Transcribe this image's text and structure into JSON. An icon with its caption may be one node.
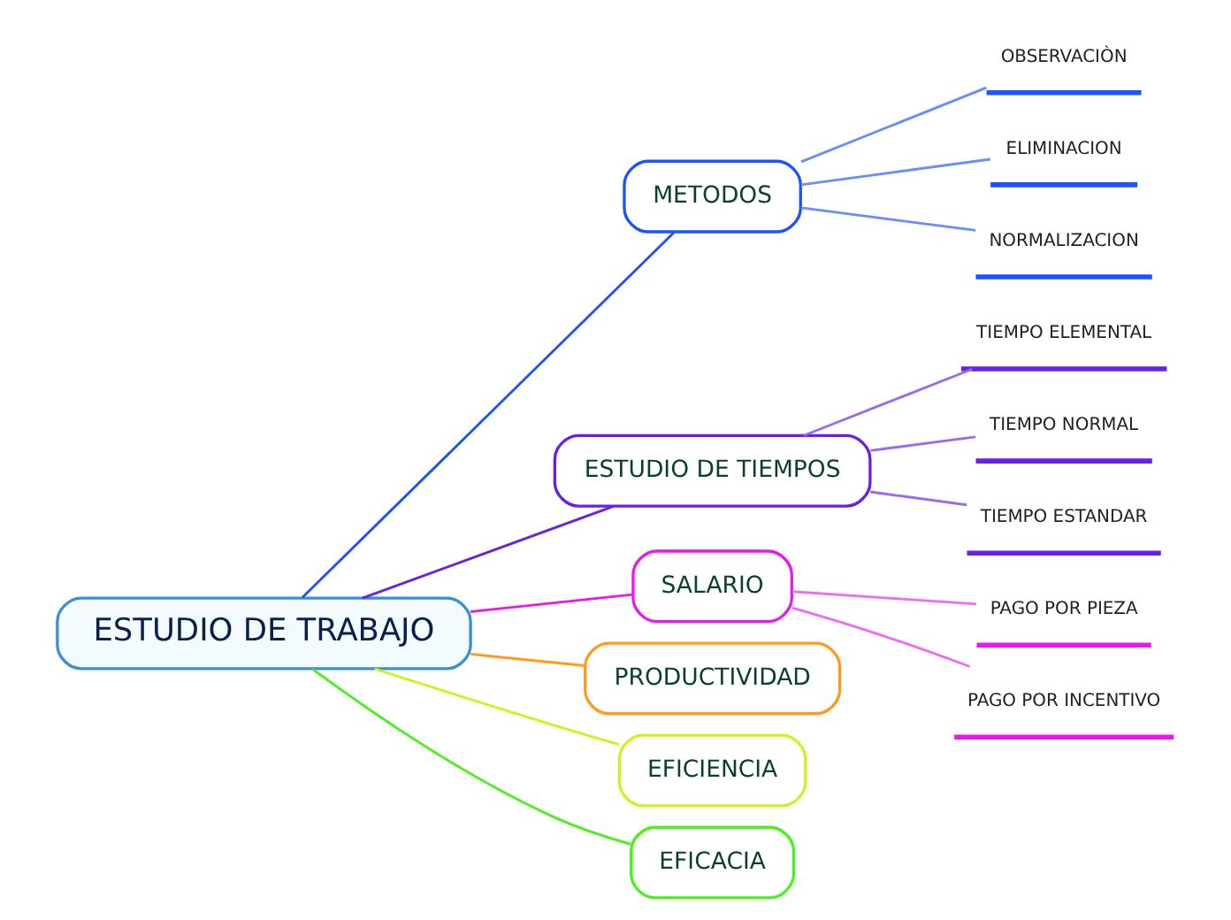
{
  "diagram": {
    "nodes": [
      {
        "text": [
          "ESTUDIO DE TRABAJO"
        ]
      },
      {
        "text": [
          "METODOS"
        ]
      },
      {
        "text": [
          "OBSERVACIÒN"
        ]
      },
      {
        "text": [
          "ELIMINACION"
        ]
      },
      {
        "text": [
          "NORMALIZACION"
        ]
      },
      {
        "text": [
          "ESTUDIO DE TIEMPOS"
        ]
      },
      {
        "text": [
          "TIEMPO ELEMENTAL"
        ]
      },
      {
        "text": [
          "TIEMPO NORMAL"
        ]
      },
      {
        "text": [
          "TIEMPO ESTANDAR"
        ]
      },
      {
        "text": [
          "SALARIO"
        ]
      },
      {
        "text": [
          "PAGO POR PIEZA"
        ]
      },
      {
        "text": [
          "PAGO POR INCENTIVO"
        ]
      },
      {
        "text": [
          "PRODUCTIVIDAD"
        ]
      },
      {
        "text": [
          "EFICIENCIA"
        ]
      },
      {
        "text": [
          "EFICACIA"
        ]
      }
    ],
    "edges": [
      {
        "from": 0,
        "to": 1,
        "arrow": "none",
        "color": "#1a53ff"
      },
      {
        "from": 1,
        "to": 2,
        "arrow": "none",
        "color": "#6b8cff"
      },
      {
        "from": 1,
        "to": 3,
        "arrow": "none",
        "color": "#6b8cff"
      },
      {
        "from": 1,
        "to": 4,
        "arrow": "none",
        "color": "#6b8cff"
      },
      {
        "from": 0,
        "to": 5,
        "arrow": "none",
        "color": "#6a1fe8"
      },
      {
        "from": 5,
        "to": 6,
        "arrow": "none",
        "color": "#9a6bf0"
      },
      {
        "from": 5,
        "to": 7,
        "arrow": "none",
        "color": "#9a6bf0"
      },
      {
        "from": 5,
        "to": 8,
        "arrow": "none",
        "color": "#9a6bf0"
      },
      {
        "from": 0,
        "to": 9,
        "arrow": "none",
        "color": "#e81ae8"
      },
      {
        "from": 9,
        "to": 10,
        "arrow": "none",
        "color": "#f06bf0"
      },
      {
        "from": 9,
        "to": 11,
        "arrow": "none",
        "color": "#f06bf0"
      },
      {
        "from": 0,
        "to": 12,
        "arrow": "none",
        "color": "#ff9a1a"
      },
      {
        "from": 0,
        "to": 13,
        "arrow": "none",
        "color": "#d4f01a"
      },
      {
        "from": 0,
        "to": 14,
        "arrow": "none",
        "color": "#4cf01a"
      }
    ]
  }
}
